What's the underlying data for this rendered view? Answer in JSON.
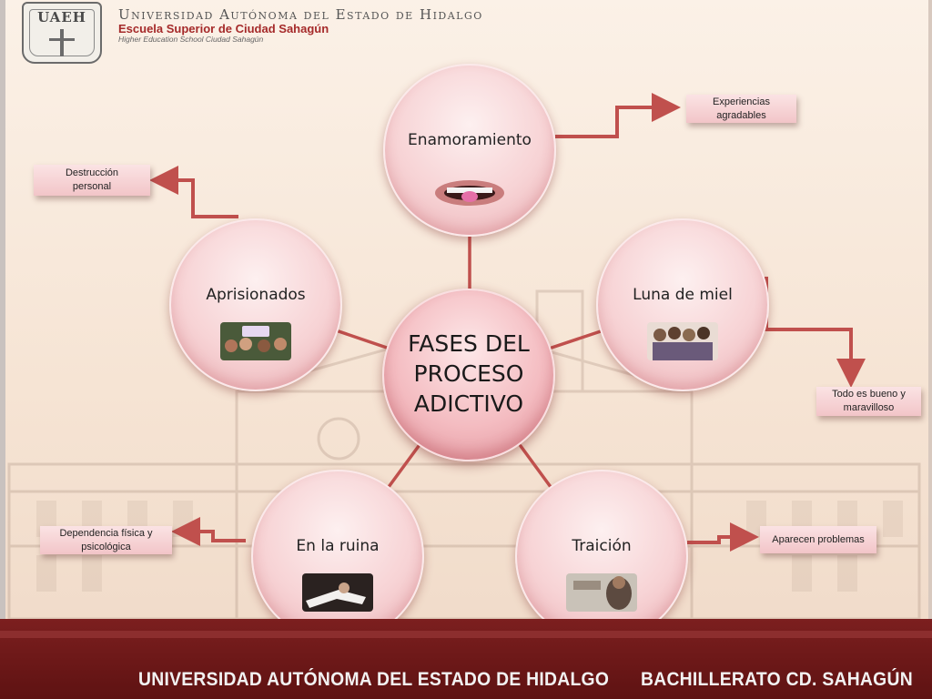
{
  "header": {
    "university": "Universidad Autónoma del Estado de Hidalgo",
    "school": "Escuela Superior de Ciudad Sahagún",
    "school_en": "Higher Education School Ciudad Sahagún",
    "logo_letters": "UAEH"
  },
  "diagram": {
    "center": {
      "line1": "FASES DEL",
      "line2": "PROCESO",
      "line3": "ADICTIVO"
    },
    "phases": [
      {
        "label": "Enamoramiento",
        "note": [
          "Experiencias",
          "agradables"
        ],
        "icon": "lips-pill-image"
      },
      {
        "label": "Luna de miel",
        "note": [
          "Todo es bueno y",
          "maravilloso"
        ],
        "icon": "group-photo-image"
      },
      {
        "label": "Traición",
        "note": [
          "Aparecen problemas"
        ],
        "icon": "addict-photo-image"
      },
      {
        "label": "En la ruina",
        "note": [
          "Dependencia física y",
          "psicológica"
        ],
        "icon": "fallen-person-image"
      },
      {
        "label": "Aprisionados",
        "note": [
          "Destrucción",
          "personal"
        ],
        "icon": "crowd-sex-image"
      }
    ],
    "colors": {
      "connector": "#c0504d",
      "arrow": "#c0504d"
    }
  },
  "footer": {
    "left": "UNIVERSIDAD AUTÓNOMA DEL ESTADO DE HIDALGO",
    "right": "BACHILLERATO CD. SAHAGÚN"
  }
}
